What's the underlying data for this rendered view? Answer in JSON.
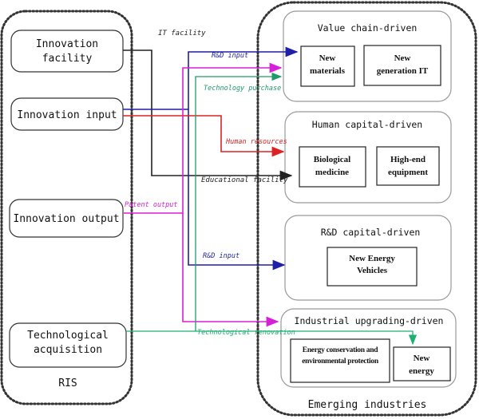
{
  "ris_group": {
    "label": "RIS",
    "boxes": [
      {
        "id": "innovation-facility",
        "lines": [
          "Innovation",
          "facility"
        ]
      },
      {
        "id": "innovation-input",
        "lines": [
          "Innovation input"
        ]
      },
      {
        "id": "innovation-output",
        "lines": [
          "Innovation output"
        ]
      },
      {
        "id": "technological-acquisition",
        "lines": [
          "Technological",
          "acquisition"
        ]
      }
    ]
  },
  "emerging_group": {
    "label": "Emerging industries",
    "panels": [
      {
        "id": "value-chain",
        "title": "Value chain-driven",
        "items": [
          [
            "New",
            "materials"
          ],
          [
            "New",
            "generation IT"
          ]
        ]
      },
      {
        "id": "human-capital",
        "title": "Human capital-driven",
        "items": [
          [
            "Biological",
            "medicine"
          ],
          [
            "High-end",
            "equipment"
          ]
        ]
      },
      {
        "id": "rd-capital",
        "title": "R&D capital-driven",
        "items": [
          [
            "New Energy",
            "Vehicles"
          ]
        ]
      },
      {
        "id": "industrial-upgrading",
        "title": "Industrial upgrading-driven",
        "items": [
          [
            "Energy conservation and",
            "environmental protection"
          ],
          [
            "New",
            "energy"
          ]
        ]
      }
    ]
  },
  "connectors": [
    {
      "id": "it-facility",
      "label": "IT facility",
      "color": "#222222"
    },
    {
      "id": "rd-input-top",
      "label": "R&D input",
      "color": "#1f1fa8"
    },
    {
      "id": "technology-purchase",
      "label": "Technology purchase",
      "color": "#1f9a6a"
    },
    {
      "id": "human-resources",
      "label": "Human resources",
      "color": "#dd2222"
    },
    {
      "id": "educational-facility",
      "label": "Educational facility",
      "color": "#222222"
    },
    {
      "id": "patent-output",
      "label": "Patent output",
      "color": "#d81fd8"
    },
    {
      "id": "rd-input-bottom",
      "label": "R&D input",
      "color": "#1f1fa8"
    },
    {
      "id": "technological-renovation",
      "label": "Technological renovation",
      "color": "#1fb070"
    }
  ]
}
